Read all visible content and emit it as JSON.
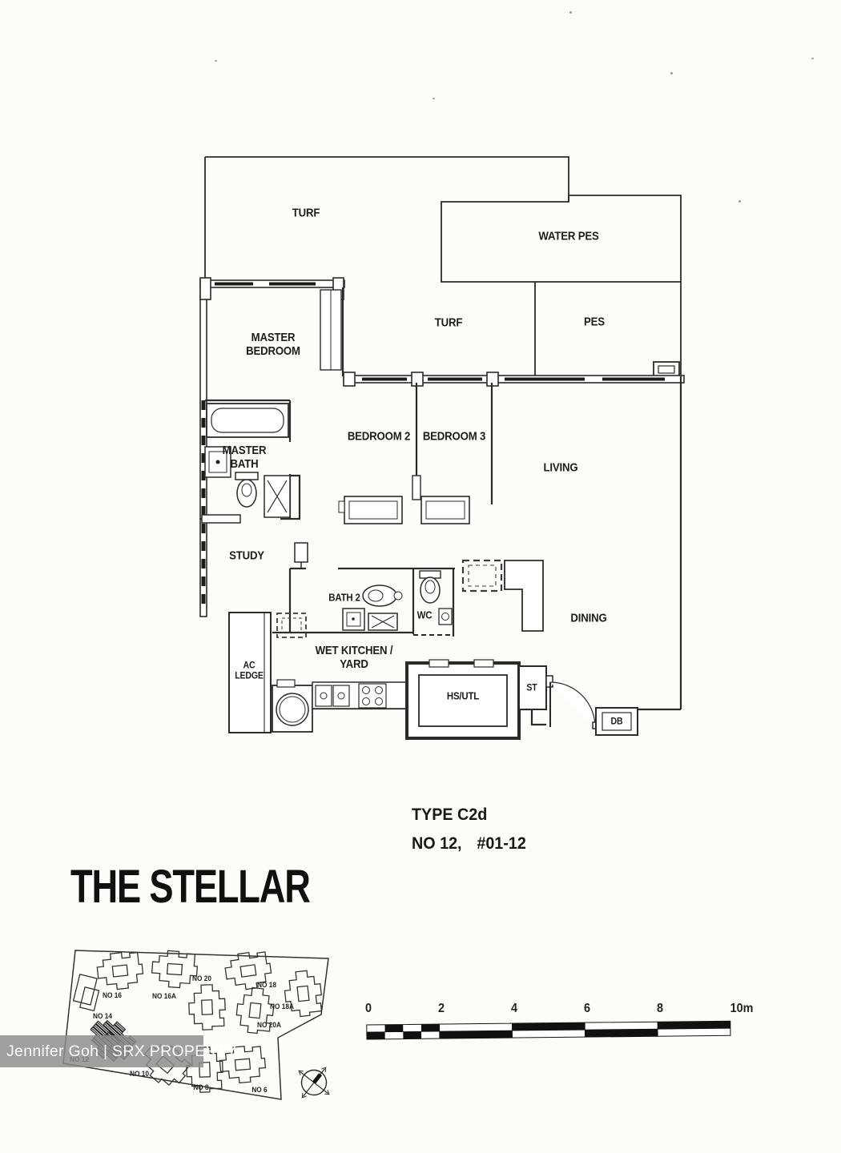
{
  "floorplan": {
    "labels": {
      "turf_top": "TURF",
      "water_pes": "WATER PES",
      "turf_mid": "TURF",
      "pes": "PES",
      "master_bedroom": "MASTER BEDROOM",
      "bedroom_2": "BEDROOM 2",
      "bedroom_3": "BEDROOM 3",
      "living": "LIVING",
      "master_bath": "MASTER BATH",
      "study": "STUDY",
      "bath_2": "BATH 2",
      "wc": "WC",
      "dining": "DINING",
      "ac_ledge": "AC LEDGE",
      "wet_kitchen": "WET KITCHEN / YARD",
      "hs_utl": "HS/UTL",
      "st": "ST",
      "db": "DB"
    },
    "unit_type": "TYPE C2d",
    "unit_no": "NO 12,",
    "unit_floor": "#01-12"
  },
  "project_title": "THE STELLAR",
  "site_plan": {
    "building_labels": [
      "NO 16",
      "NO 16A",
      "NO 20",
      "NO 18",
      "NO 18A",
      "NO 14",
      "NO 20A",
      "NO 12",
      "NO 10",
      "NO 8",
      "NO 6"
    ]
  },
  "scale_bar": {
    "tick_labels": [
      "0",
      "2",
      "4",
      "6",
      "8",
      "10m"
    ]
  },
  "watermark": "Jennifer Goh | SRX PROPERTY",
  "colors": {
    "line": "#2b2b2b",
    "watermark_band": "#8d8d8d",
    "paper": "#fcfcfb"
  }
}
